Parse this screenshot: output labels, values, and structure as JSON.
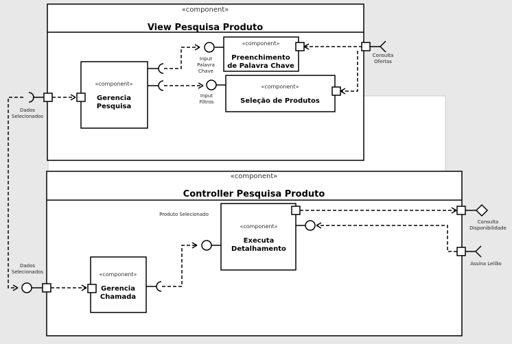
{
  "view": {
    "stereotype": "«component»",
    "title": "View Pesquisa Produto",
    "gerencia_pesquisa": {
      "stereotype": "«component»",
      "line1": "Gerencia",
      "line2": "Pesquisa"
    },
    "preenchimento": {
      "stereotype": "«component»",
      "line1": "Preenchimento",
      "line2": "de Palavra Chave"
    },
    "selecao": {
      "stereotype": "«component»",
      "name": "Seleção de Produtos"
    },
    "input_palavra": {
      "line1": "Input",
      "line2": "Palavra",
      "line3": "Chave"
    },
    "input_filtros": {
      "line1": "Input",
      "line2": "Filtros"
    },
    "consulta_ofertas": {
      "line1": "Consulta",
      "line2": "Ofertas"
    },
    "dados_selecionados": {
      "line1": "Dados",
      "line2": "Selecionados"
    }
  },
  "controller": {
    "stereotype": "«component»",
    "title": "Controller Pesquisa Produto",
    "executa": {
      "stereotype": "«component»",
      "line1": "Executa",
      "line2": "Detalhamento"
    },
    "gerencia_chamada": {
      "stereotype": "«component»",
      "line1": "Gerencia",
      "line2": "Chamada"
    },
    "produto_selecionado": "Produto Selecionado",
    "dados_selecionados": {
      "line1": "Dados",
      "line2": "Selecionados"
    },
    "consulta_disponibilidade": {
      "line1": "Consulta",
      "line2": "Disponibilidade"
    },
    "assina_leilao": "Assina Leilão"
  }
}
